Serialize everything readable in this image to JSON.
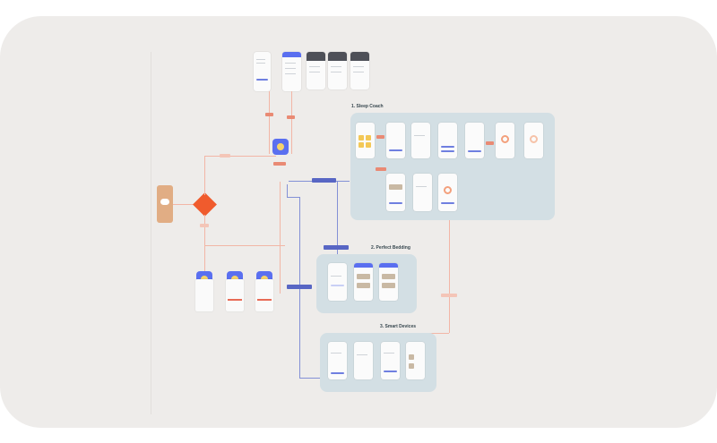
{
  "canvas": {
    "background": "#eeecea"
  },
  "groups": [
    {
      "id": "sleep-coach",
      "title": "1. Sleep Coach"
    },
    {
      "id": "perfect-bedding",
      "title": "2. Perfect Bedding"
    },
    {
      "id": "smart-devices",
      "title": "3. Smart Devices"
    }
  ],
  "colors": {
    "accent_blue": "#5a6ff0",
    "connector_orange": "#f2b6a6",
    "connector_blue": "#8390d6",
    "decision": "#f05b2d",
    "group_bg": "#d3dfe4"
  },
  "icons": {
    "start": "cloud-icon",
    "decision": "diamond-icon",
    "sleep": "moon-icon"
  }
}
